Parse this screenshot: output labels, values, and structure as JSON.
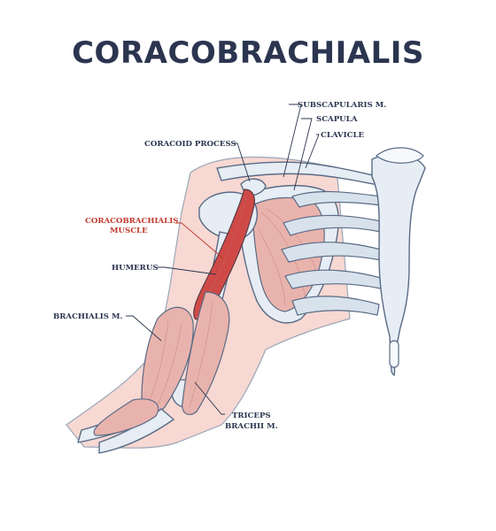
{
  "title": "CORACOBRACHIALIS",
  "labels": {
    "subscapularis": "SUBSCAPULARIS M.",
    "scapula": "SCAPULA",
    "clavicle": "CLAVICLE",
    "coracoid_process": "CORACOID PROCESS",
    "coracobrachialis_line1": "CORACOBRACHIALIS",
    "coracobrachialis_line2": "MUSCLE",
    "humerus": "HUMERUS",
    "brachialis": "BRACHIALIS M.",
    "triceps_line1": "TRICEPS",
    "triceps_line2": "BRACHII M."
  },
  "colors": {
    "title": "#2b3550",
    "label": "#2b3550",
    "highlight_label": "#c0392b",
    "bone": "#e6edf4",
    "muscle": "#e9b3ad",
    "target_muscle": "#cf4a47",
    "skin": "#f7d8d2"
  }
}
